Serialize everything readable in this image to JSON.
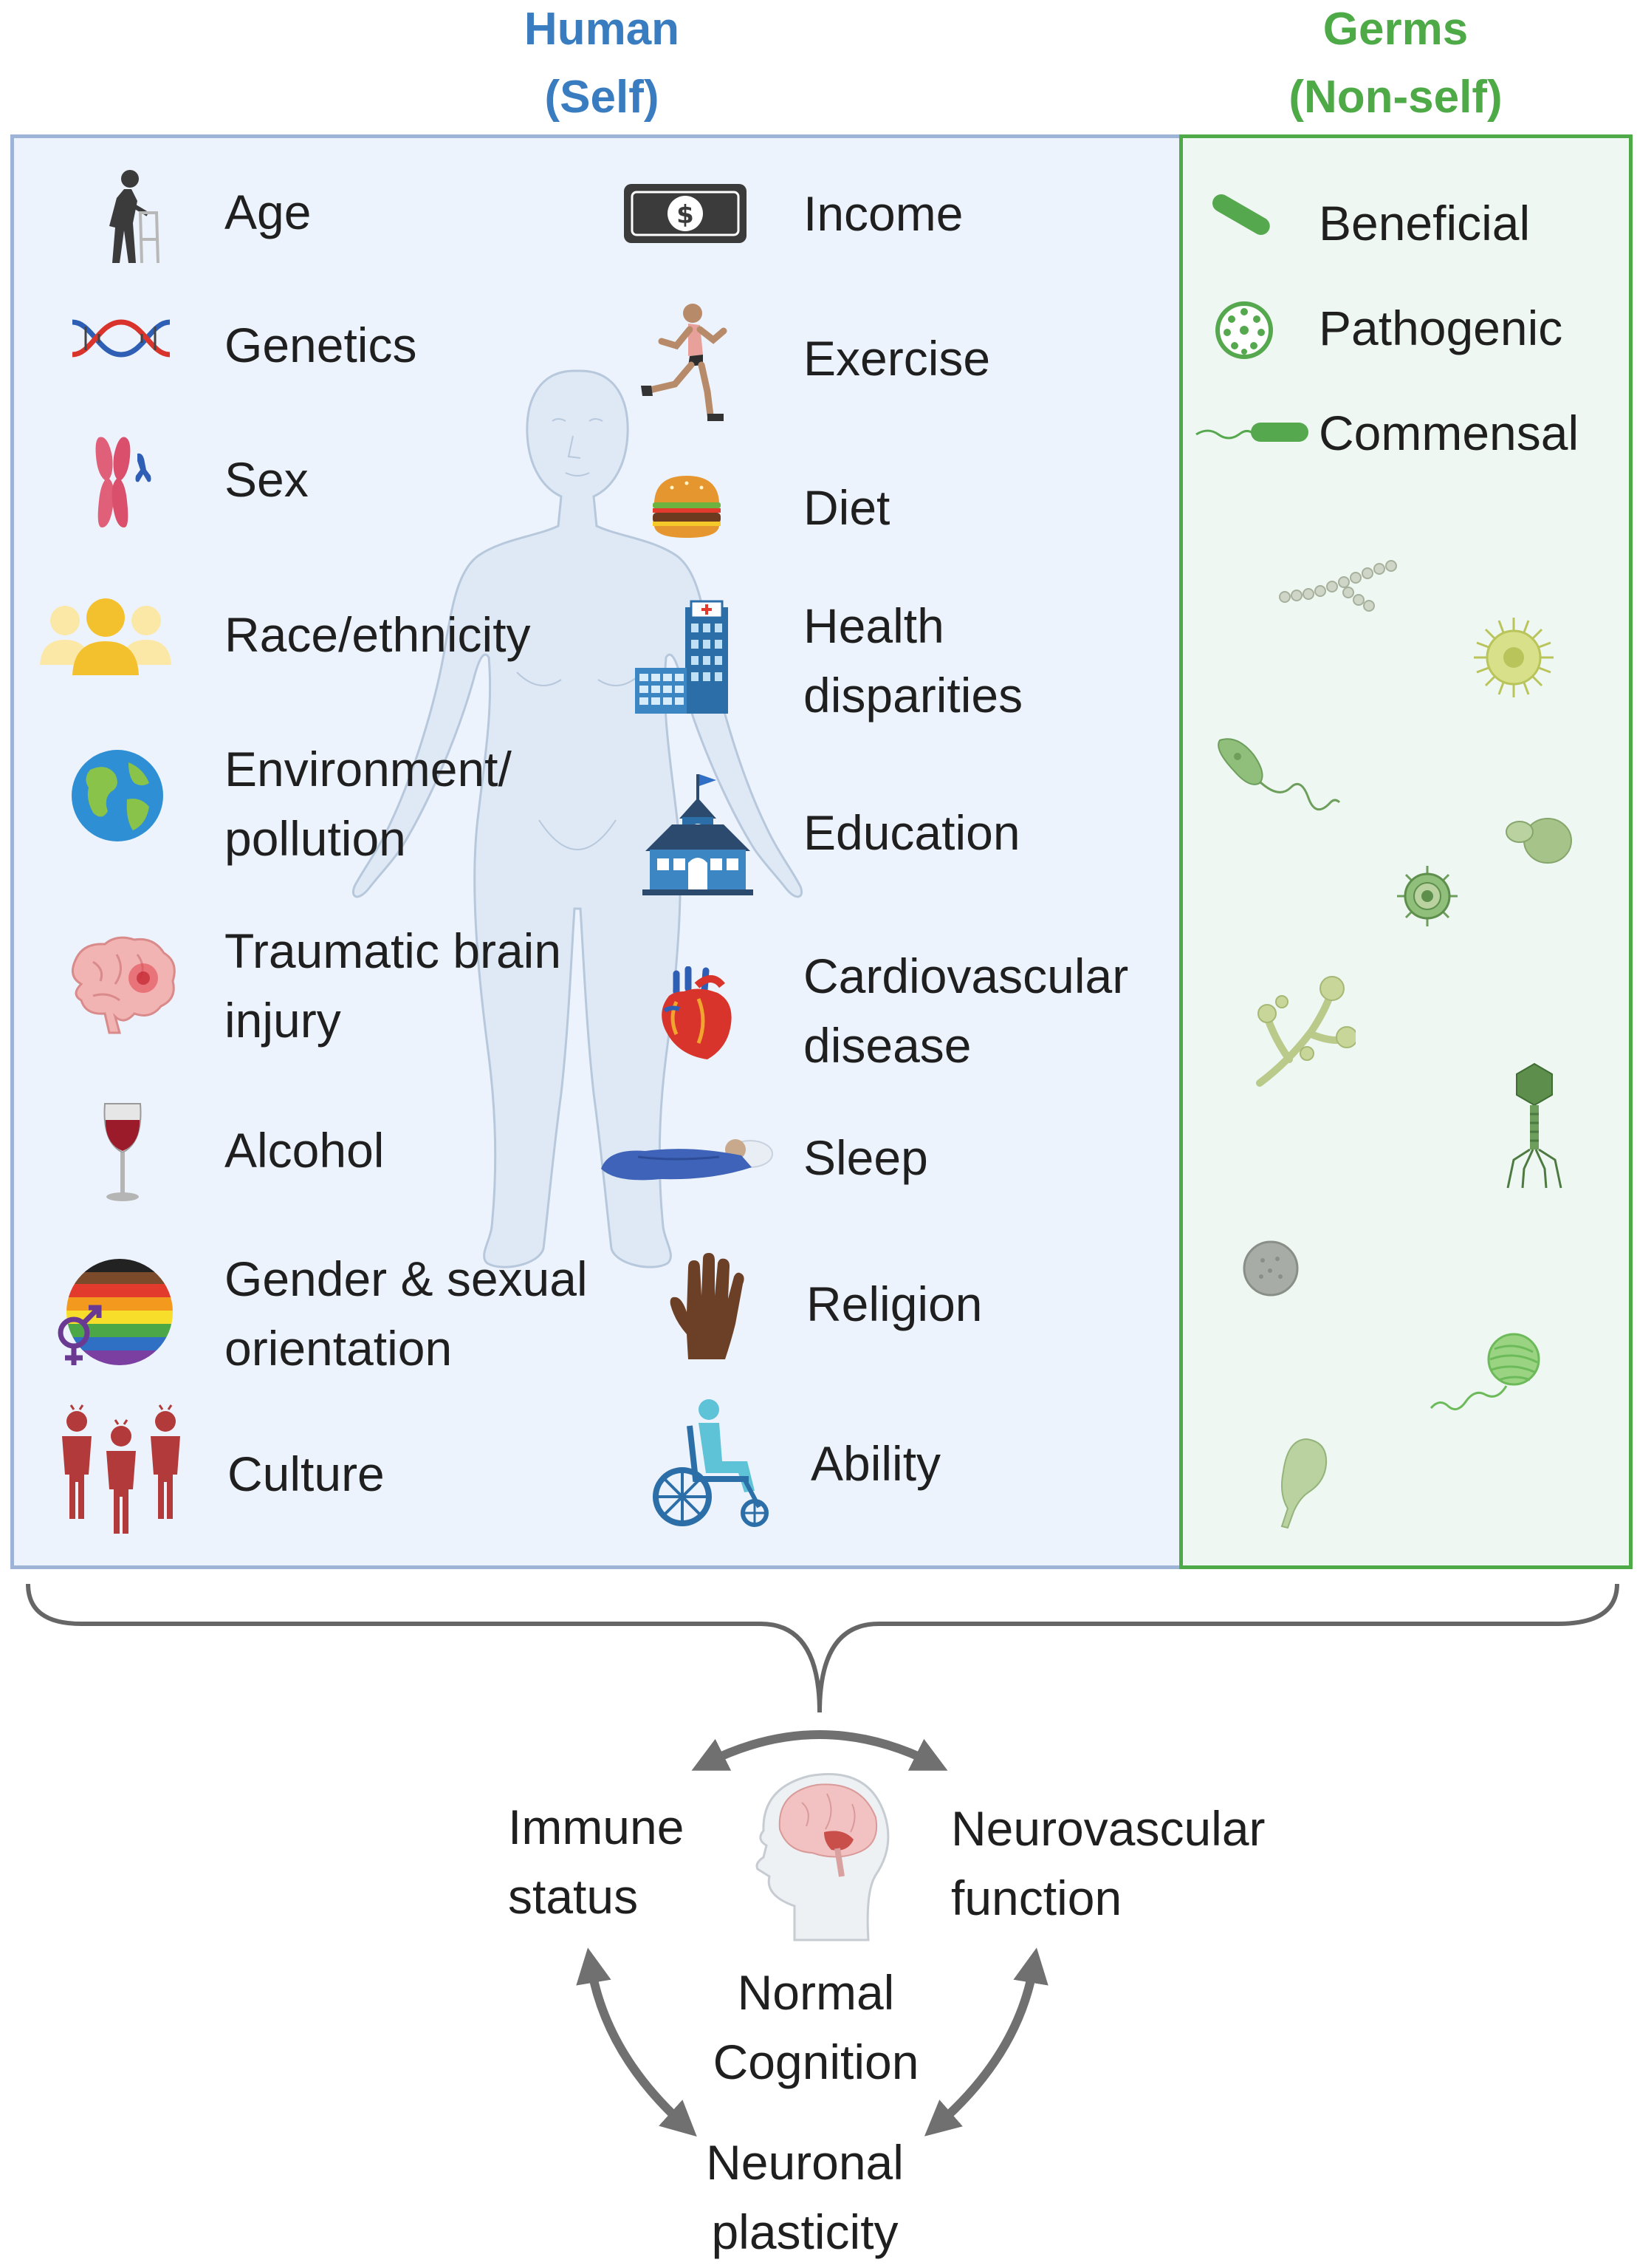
{
  "human_header": {
    "line1": "Human",
    "line2": "(Self)"
  },
  "germs_header": {
    "line1": "Germs",
    "line2": "(Non-self)"
  },
  "human_factors": [
    {
      "label": [
        "Age"
      ],
      "icon": "elderly-walker-icon"
    },
    {
      "label": [
        "Genetics"
      ],
      "icon": "dna-helix-icon"
    },
    {
      "label": [
        "Sex"
      ],
      "icon": "chromosome-icon"
    },
    {
      "label": [
        "Race/ethnicity"
      ],
      "icon": "people-group-icon"
    },
    {
      "label": [
        "Environment/",
        "pollution"
      ],
      "icon": "globe-icon"
    },
    {
      "label": [
        "Traumatic brain",
        "injury"
      ],
      "icon": "brain-injury-icon"
    },
    {
      "label": [
        "Alcohol"
      ],
      "icon": "wine-glass-icon"
    },
    {
      "label": [
        "Gender & sexual",
        "orientation"
      ],
      "icon": "pride-gender-icon"
    },
    {
      "label": [
        "Culture"
      ],
      "icon": "people-culture-icon"
    },
    {
      "label": [
        "Income"
      ],
      "icon": "dollar-bill-icon"
    },
    {
      "label": [
        "Exercise"
      ],
      "icon": "runner-icon"
    },
    {
      "label": [
        "Diet"
      ],
      "icon": "burger-icon"
    },
    {
      "label": [
        "Health",
        "disparities"
      ],
      "icon": "hospital-icon"
    },
    {
      "label": [
        "Education"
      ],
      "icon": "school-icon"
    },
    {
      "label": [
        "Cardiovascular",
        "disease"
      ],
      "icon": "heart-icon"
    },
    {
      "label": [
        "Sleep"
      ],
      "icon": "sleeping-person-icon"
    },
    {
      "label": [
        "Religion"
      ],
      "icon": "hand-icon"
    },
    {
      "label": [
        "Ability"
      ],
      "icon": "wheelchair-icon"
    }
  ],
  "germ_types": [
    {
      "label": "Beneficial",
      "icon": "rod-bacterium-icon"
    },
    {
      "label": "Pathogenic",
      "icon": "virus-icon"
    },
    {
      "label": "Commensal",
      "icon": "flagellated-bacterium-icon"
    }
  ],
  "outcomes": {
    "immune": [
      "Immune",
      "status"
    ],
    "neurovascular": [
      "Neurovascular",
      "function"
    ],
    "center": [
      "Normal",
      "Cognition"
    ],
    "neuronal": [
      "Neuronal",
      "plasticity"
    ]
  },
  "colors": {
    "human_blue": "#3a7cc0",
    "germs_green": "#4daa47",
    "human_panel_fill": "#edf3fc",
    "human_panel_border": "#9db4d6",
    "germs_panel_fill": "#eef7f1",
    "arrow_gray": "#707070"
  }
}
